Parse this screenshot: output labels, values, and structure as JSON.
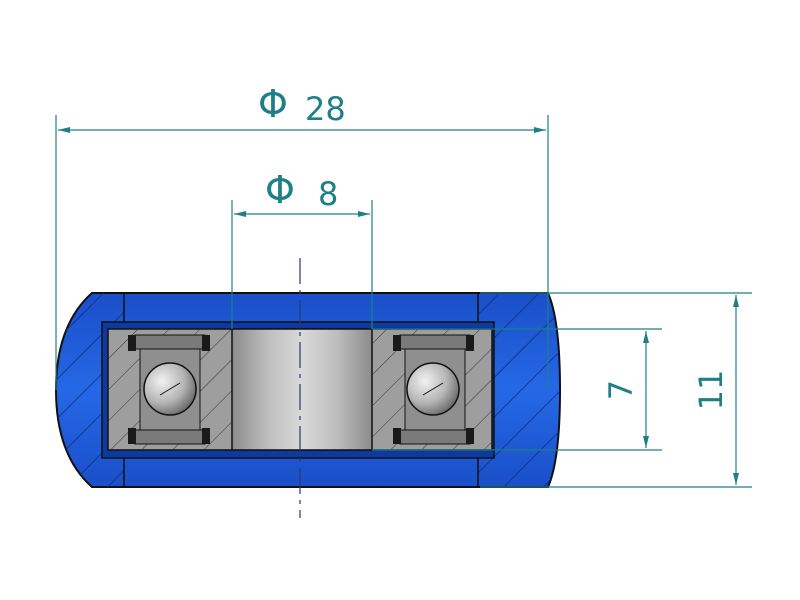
{
  "drawing": {
    "colors": {
      "background": "#ffffff",
      "tire_blue": "#1f5bd6",
      "tire_blue_dark": "#0d3aa0",
      "bearing_gray": "#a3a3a3",
      "bearing_gray_dark": "#6f6f6f",
      "inner_ring_light": "#d6d6d6",
      "outline": "#111111",
      "hatch": "#0b2f85",
      "dimension": "#1f7f86",
      "centerline": "#2b3a6b"
    },
    "dimensions": {
      "outer_diameter": {
        "symbol": "Φ",
        "value": "28"
      },
      "bore_diameter": {
        "symbol": "Φ",
        "value": "8"
      },
      "bearing_width": {
        "value": "7"
      },
      "wheel_width": {
        "value": "11"
      }
    }
  }
}
